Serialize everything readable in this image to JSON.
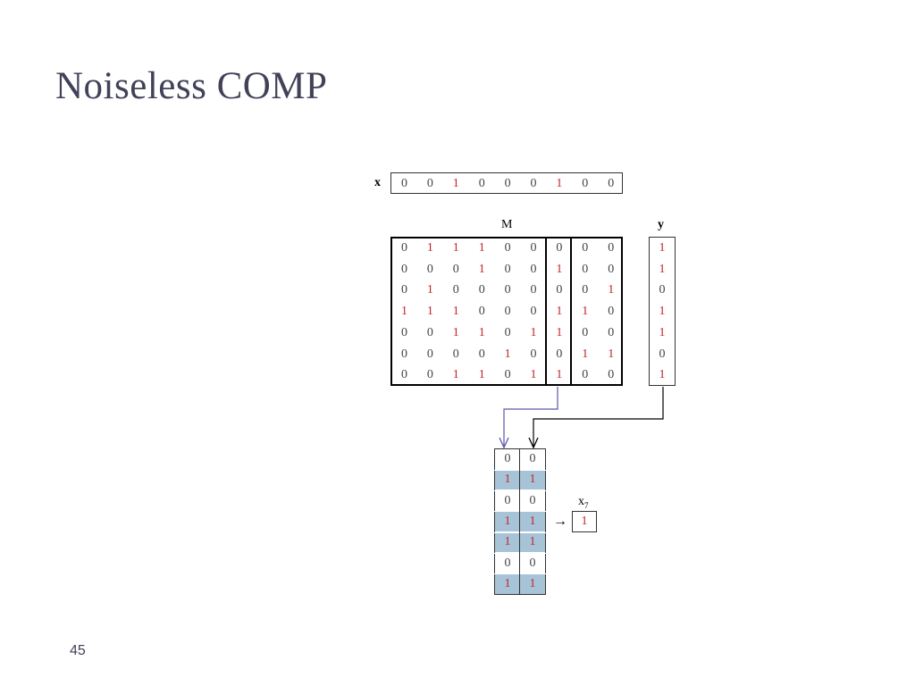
{
  "slide": {
    "title": "Noiseless COMP",
    "page_number": "45"
  },
  "x_vector": {
    "label": "x",
    "values": [
      "0",
      "0",
      "1",
      "0",
      "0",
      "0",
      "1",
      "0",
      "0"
    ]
  },
  "matrix": {
    "label": "M",
    "rows": [
      [
        "0",
        "1",
        "1",
        "1",
        "0",
        "0",
        "0",
        "0",
        "0"
      ],
      [
        "0",
        "0",
        "0",
        "1",
        "0",
        "0",
        "1",
        "0",
        "0"
      ],
      [
        "0",
        "1",
        "0",
        "0",
        "0",
        "0",
        "0",
        "0",
        "1"
      ],
      [
        "1",
        "1",
        "1",
        "0",
        "0",
        "0",
        "1",
        "1",
        "0"
      ],
      [
        "0",
        "0",
        "1",
        "1",
        "0",
        "1",
        "1",
        "0",
        "0"
      ],
      [
        "0",
        "0",
        "0",
        "0",
        "1",
        "0",
        "0",
        "1",
        "1"
      ],
      [
        "0",
        "0",
        "1",
        "1",
        "0",
        "1",
        "1",
        "0",
        "0"
      ]
    ],
    "highlighted_column": 7
  },
  "y_vector": {
    "label": "y",
    "values": [
      "1",
      "1",
      "0",
      "1",
      "1",
      "0",
      "1"
    ]
  },
  "comparison": {
    "rows": [
      [
        "0",
        "0"
      ],
      [
        "1",
        "1"
      ],
      [
        "0",
        "0"
      ],
      [
        "1",
        "1"
      ],
      [
        "1",
        "1"
      ],
      [
        "0",
        "0"
      ],
      [
        "1",
        "1"
      ]
    ],
    "arrow_symbol": "→",
    "shade_color": "#a7c3d8"
  },
  "result": {
    "label_main": "x",
    "label_sub": "7",
    "value": "1"
  },
  "colors": {
    "one": "#c0282a",
    "title": "#414258",
    "arrow_purple": "#5b57a8"
  }
}
